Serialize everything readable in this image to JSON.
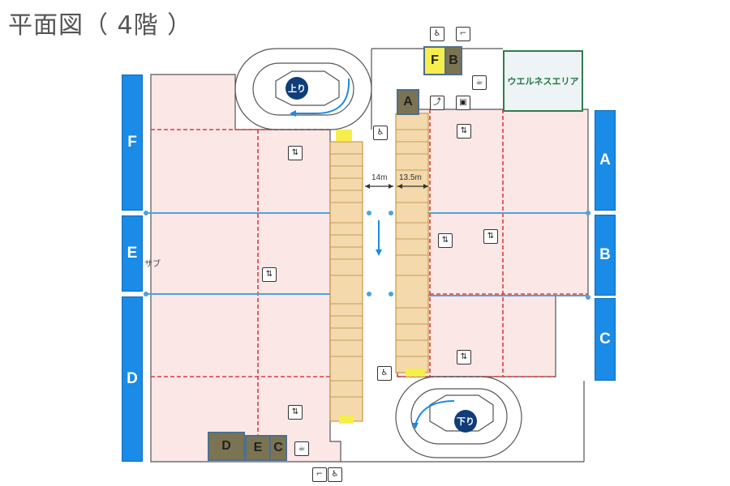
{
  "title": "平面図（ 4階 ）",
  "zones_left": [
    "F",
    "E",
    "D"
  ],
  "zones_right": [
    "A",
    "B",
    "C"
  ],
  "bottom_tags": [
    "D",
    "E",
    "C"
  ],
  "top_tags": [
    "F",
    "B",
    "A"
  ],
  "wellness_label": "ウエルネスエリア",
  "ramp_up_label": "上り",
  "ramp_down_label": "下り",
  "dimension_left": "14m",
  "dimension_right": "13.5m",
  "sub_label": "サブ",
  "icons": {
    "restroom": "restroom-icon",
    "smoking": "smoking-icon",
    "coffee": "coffee-icon",
    "elevator": "elevator-icon",
    "save": "save-icon",
    "escalator": "escalator-icon"
  },
  "colors": {
    "zone_tab": "#1a8be6",
    "block_fill": "#f9e3e3",
    "core_fill": "#f3d9ab",
    "dashed_red": "#e23a3a",
    "wellness_border": "#2e7d4f",
    "tag_olive": "#7a7453",
    "tag_yellow": "#f6ee4d"
  }
}
